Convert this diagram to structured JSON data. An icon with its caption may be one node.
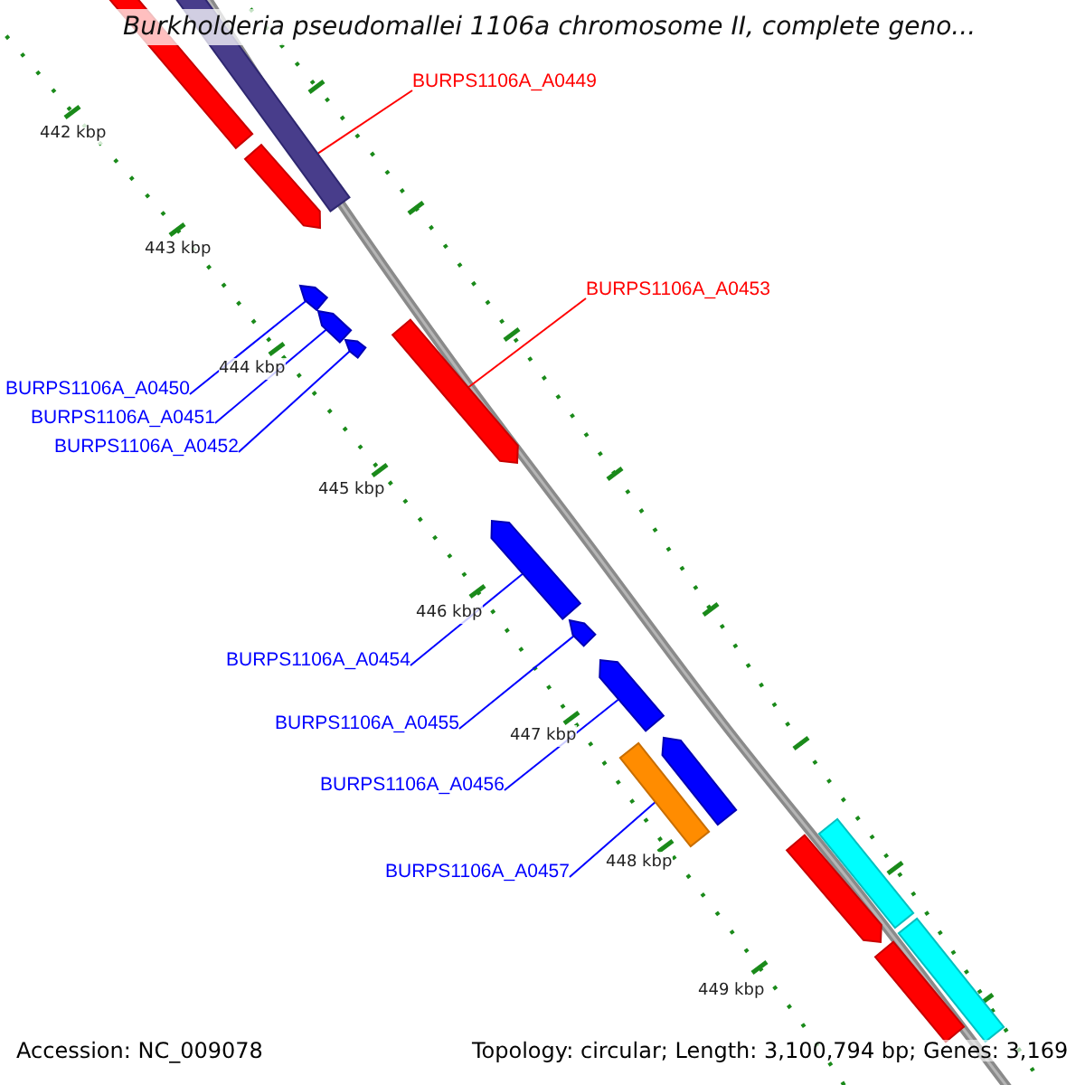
{
  "diagram": {
    "title": "Burkholderia pseudomallei 1106a chromosome II, complete geno...",
    "nodes": [
      {
        "text": [
          "BURPS1106A_A0449"
        ]
      },
      {
        "text": [
          "BURPS1106A_A0453"
        ]
      },
      {
        "text": [
          "BURPS1106A_A0450"
        ]
      },
      {
        "text": [
          "BURPS1106A_A0451"
        ]
      },
      {
        "text": [
          "BURPS1106A_A0452"
        ]
      },
      {
        "text": [
          "BURPS1106A_A0454"
        ]
      },
      {
        "text": [
          "BURPS1106A_A0455"
        ]
      },
      {
        "text": [
          "BURPS1106A_A0456"
        ]
      },
      {
        "text": [
          "BURPS1106A_A0457"
        ]
      },
      {
        "text": [],
        "shape": "bar"
      },
      {
        "text": [],
        "shape": "bar"
      },
      {
        "text": [],
        "shape": "bar"
      },
      {
        "text": [],
        "shape": "bar"
      },
      {
        "text": [],
        "shape": "bar"
      },
      {
        "text": [],
        "shape": "bar"
      },
      {
        "text": [],
        "shape": "bar"
      },
      {
        "text": [],
        "shape": "bar"
      },
      {
        "text": [],
        "shape": "bar"
      },
      {
        "text": [],
        "shape": "bar"
      },
      {
        "text": [],
        "shape": "bar"
      },
      {
        "text": [],
        "shape": "bar"
      },
      {
        "text": [],
        "shape": "bar"
      },
      {
        "text": [],
        "shape": "bar"
      },
      {
        "text": [],
        "shape": "bar"
      },
      {
        "text": [],
        "shape": "bar"
      }
    ],
    "edges": [
      {
        "from": 0,
        "to": 9,
        "arrow": "none",
        "color": "#ff0000"
      },
      {
        "from": 1,
        "to": 13,
        "arrow": "none",
        "color": "#ff0000"
      },
      {
        "from": 2,
        "to": 10,
        "arrow": "none"
      },
      {
        "from": 3,
        "to": 11,
        "arrow": "none"
      },
      {
        "from": 4,
        "to": 12,
        "arrow": "none"
      },
      {
        "from": 5,
        "to": 14,
        "arrow": "none"
      },
      {
        "from": 6,
        "to": 15,
        "arrow": "none"
      },
      {
        "from": 7,
        "to": 16,
        "arrow": "none"
      },
      {
        "from": 8,
        "to": 17,
        "arrow": "none"
      }
    ],
    "labels": [
      "442 kbp",
      "443 kbp",
      "444 kbp",
      "445 kbp",
      "446 kbp",
      "447 kbp",
      "448 kbp",
      "449 kbp",
      "Accession: NC_009078",
      "Topology: circular; Length: 3,100,794 bp; Genes: 3,169"
    ]
  }
}
